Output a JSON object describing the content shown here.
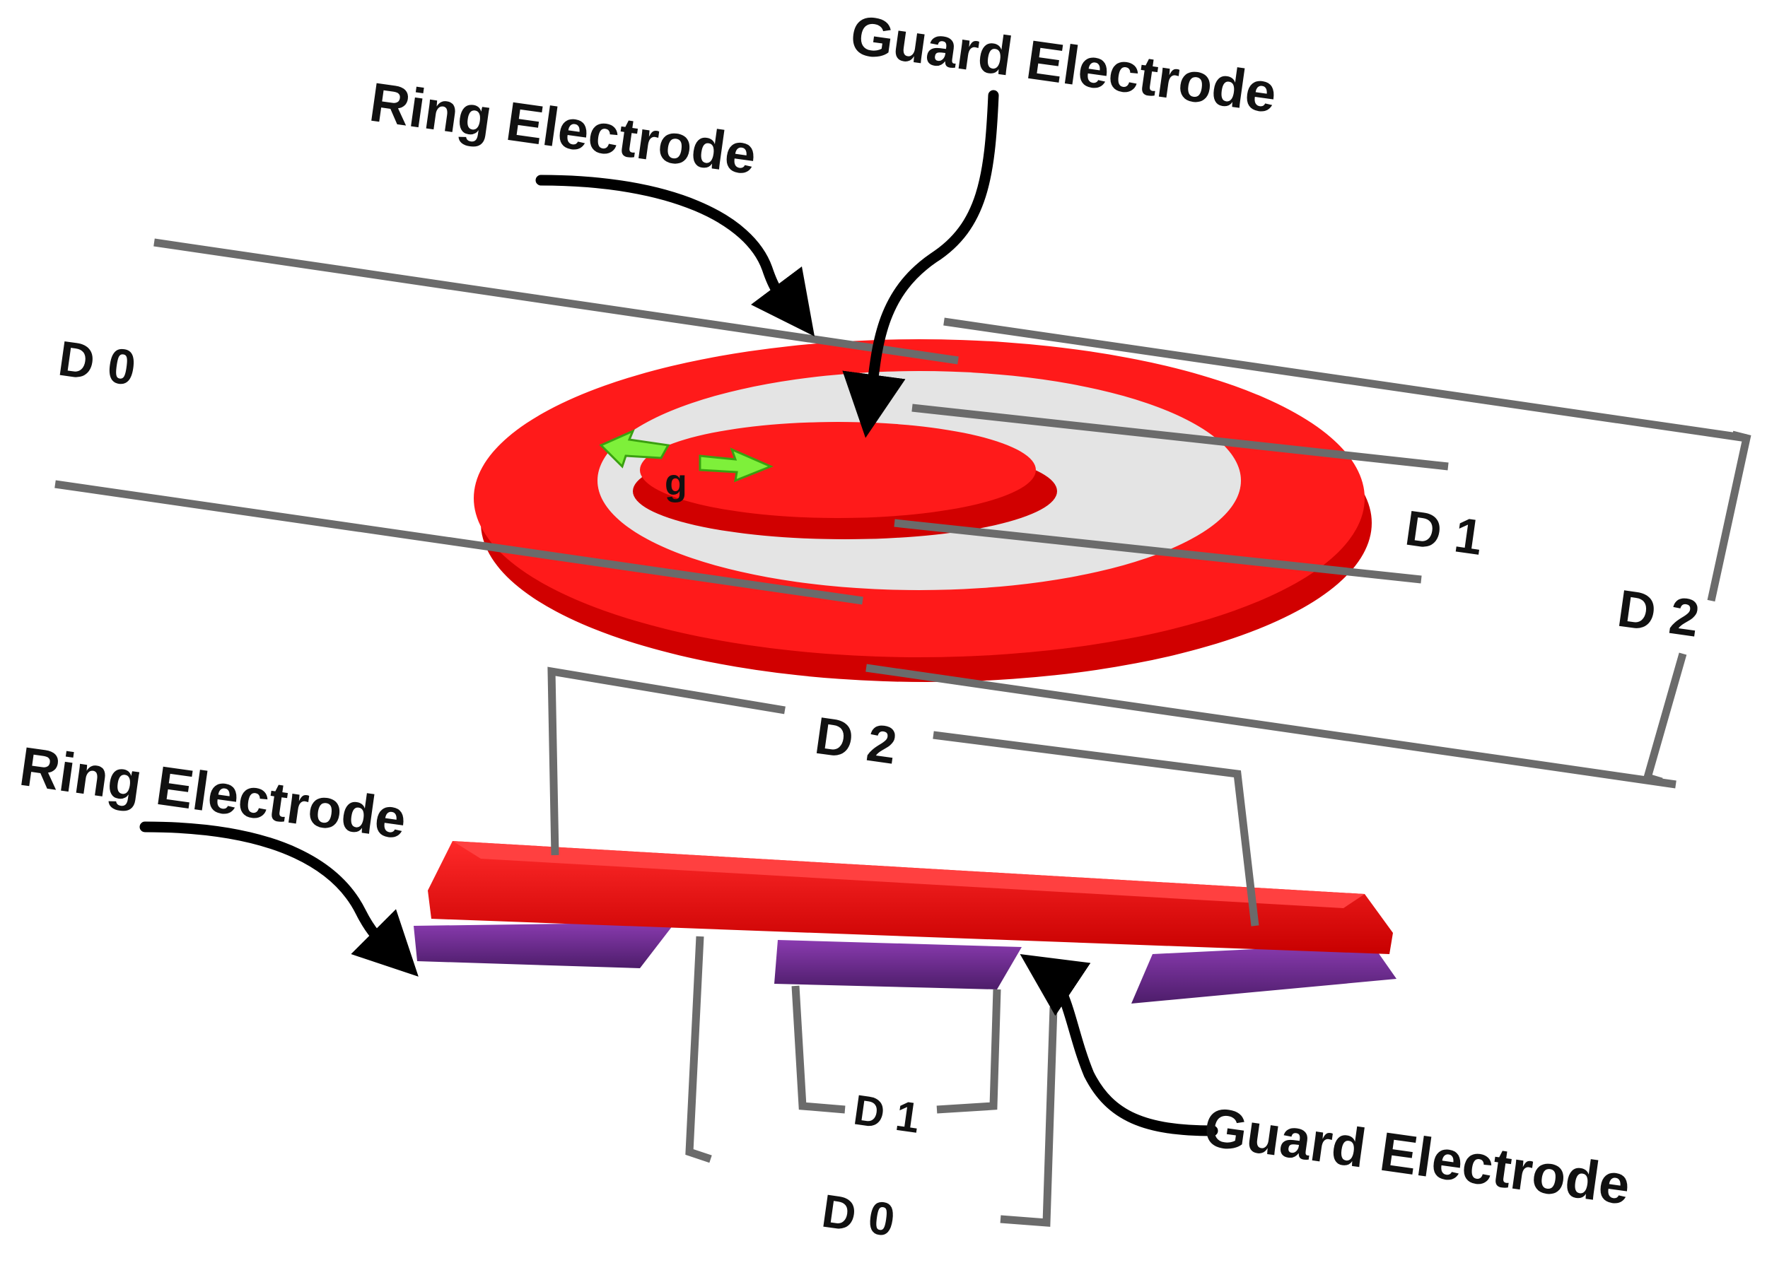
{
  "labels": {
    "ring_electrode_top": "Ring Electrode",
    "guard_electrode_top": "Guard Electrode",
    "ring_electrode_bottom": "Ring Electrode",
    "guard_electrode_bottom": "Guard Electrode",
    "gap": "g",
    "d0_top": "D 0",
    "d1_top": "D 1",
    "d2_right": "D 2",
    "d2_bottom": "D 2",
    "d1_bottom": "D 1",
    "d0_bottom": "D 0"
  },
  "colors": {
    "electrode_red": "#ff1a1a",
    "gap_gray": "#e4e4e4",
    "insulator_purple": "#6a2a8c",
    "dimension_gray": "#6b6b6b",
    "gap_arrow_green": "#7ef03a",
    "arrow_black": "#000000"
  }
}
